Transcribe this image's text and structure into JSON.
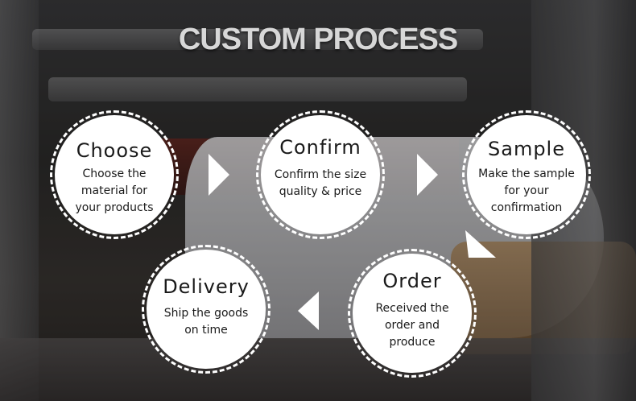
{
  "title": "CUSTOM PROCESS",
  "steps": [
    {
      "id": "choose",
      "head": "Choose",
      "desc": "Choose the\nmaterial for\nyour products"
    },
    {
      "id": "confirm",
      "head": "Confirm",
      "desc": "Confirm the size\nquality & price"
    },
    {
      "id": "sample",
      "head": "Sample",
      "desc": "Make the sample\nfor your\nconfirmation"
    },
    {
      "id": "order",
      "head": "Order",
      "desc": "Received the\norder and\nproduce"
    },
    {
      "id": "delivery",
      "head": "Delivery",
      "desc": "Ship the goods\non time"
    }
  ],
  "colors": {
    "disc": "#ffffff",
    "text": "#1a1a1a",
    "title": "#d8d8d8",
    "arrow": "#ffffff"
  },
  "icons": {
    "arrow_next": "triangle-arrow-icon"
  }
}
